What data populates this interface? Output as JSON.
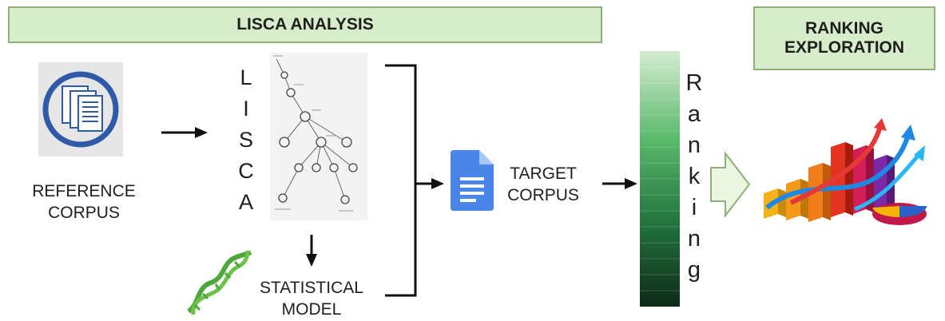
{
  "banners": {
    "lisca": "LISCA ANALYSIS",
    "ranking_line1": "RANKING",
    "ranking_line2": "EXPLORATION"
  },
  "labels": {
    "reference_line1": "REFERENCE",
    "reference_line2": "CORPUS",
    "target_line1": "TARGET",
    "target_line2": "CORPUS",
    "statistical_line1": "STATISTICAL",
    "statistical_line2": "MODEL"
  },
  "lisca_letters": [
    "L",
    "I",
    "S",
    "C",
    "A"
  ],
  "ranking_letters": [
    "R",
    "a",
    "n",
    "k",
    "i",
    "n",
    "g"
  ],
  "icons": {
    "reference": "document-stack-icon",
    "tree": "dependency-tree-icon",
    "dna": "dna-helix-icon",
    "target": "google-doc-icon",
    "chart": "3d-bar-chart-icon"
  },
  "colors": {
    "banner_fill": "#d7ecc9",
    "banner_border": "#8cb27a",
    "ranking_top": "#d4ecd0",
    "ranking_bottom": "#0d2a17",
    "doc_blue": "#4a86e8"
  }
}
